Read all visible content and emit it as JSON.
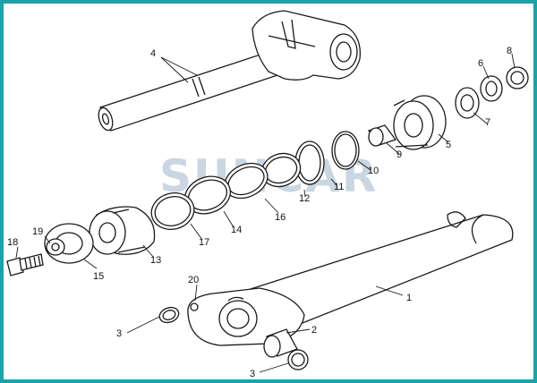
{
  "watermark": "SUNCAR",
  "callouts": [
    "1",
    "2",
    "3",
    "3",
    "4",
    "5",
    "6",
    "7",
    "8",
    "9",
    "10",
    "11",
    "12",
    "13",
    "14",
    "15",
    "16",
    "17",
    "18",
    "19",
    "20"
  ],
  "colors": {
    "frame": "#1aa3a8",
    "ink": "#1a1a1a",
    "watermark": "#9fb6c9"
  }
}
